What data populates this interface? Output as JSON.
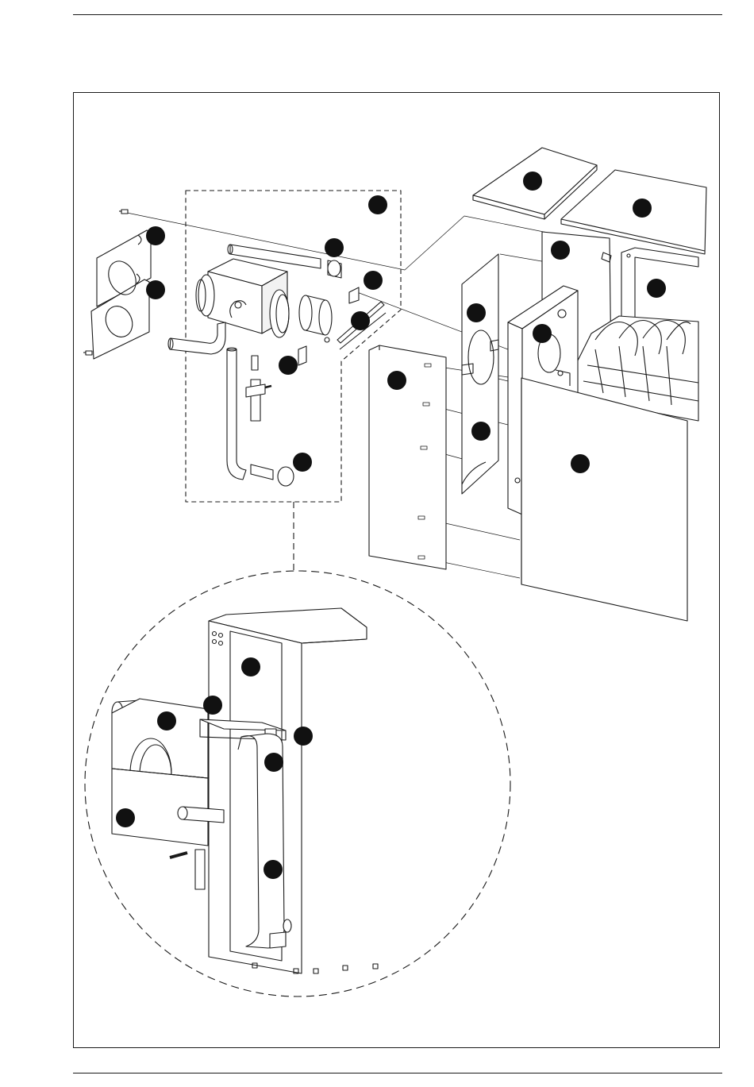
{
  "document": {
    "type": "exploded assembly drawing",
    "callout_count": 24
  },
  "colors": {
    "ink": "#1a1a1a",
    "callout": "#111111",
    "panel_fill": "#ffffff",
    "shade": "#d9d9d9"
  },
  "callouts": [
    {
      "group": "top-cover"
    },
    {
      "group": "top-panel"
    },
    {
      "group": "flue-kit"
    },
    {
      "group": "left-bracket-upper"
    },
    {
      "group": "left-bracket-lower"
    },
    {
      "group": "flue-pipe"
    },
    {
      "group": "clip"
    },
    {
      "group": "rear-panel-frame"
    },
    {
      "group": "side-panel-right"
    },
    {
      "group": "seal"
    },
    {
      "group": "insulation-panel"
    },
    {
      "group": "insulation-block"
    },
    {
      "group": "clip-small"
    },
    {
      "group": "front-panel"
    },
    {
      "group": "gasket-panel"
    },
    {
      "group": "condensate-fitting"
    },
    {
      "group": "casing"
    },
    {
      "group": "detail-rear-panel"
    },
    {
      "group": "detail-spigot"
    },
    {
      "group": "detail-bracket-plate"
    },
    {
      "group": "detail-clamp"
    },
    {
      "group": "detail-pipe-bend"
    },
    {
      "group": "detail-lower-plate"
    },
    {
      "group": "detail-riser-pipe"
    }
  ]
}
